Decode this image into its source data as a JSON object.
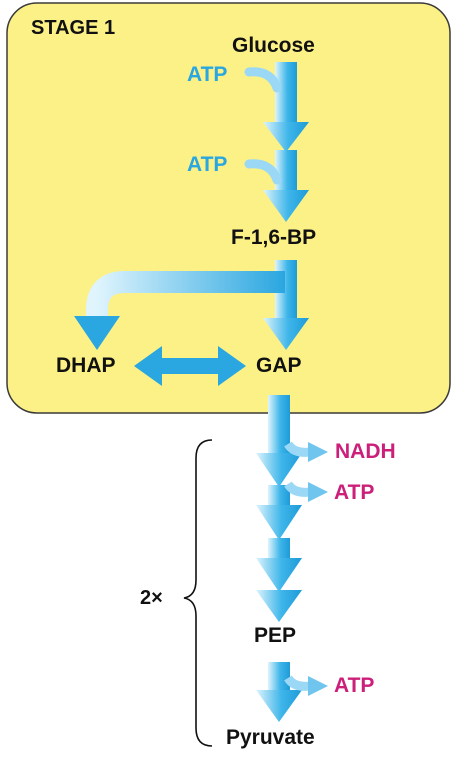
{
  "stage_title": "STAGE 1",
  "molecules": {
    "glucose": "Glucose",
    "f16bp": "F-1,6-BP",
    "dhap": "DHAP",
    "gap": "GAP",
    "pep": "PEP",
    "pyruvate": "Pyruvate"
  },
  "inputs": {
    "atp_1": "ATP",
    "atp_2": "ATP"
  },
  "outputs": {
    "nadh": "NADH",
    "atp_3": "ATP",
    "atp_4": "ATP"
  },
  "multiplier": "2×",
  "colors": {
    "stage_fill": "#fbf186",
    "stage_border": "#3a3a3a",
    "arrow": "#2aa6e0",
    "input_text": "#2aa6e0",
    "output_text": "#cc1f7a"
  }
}
